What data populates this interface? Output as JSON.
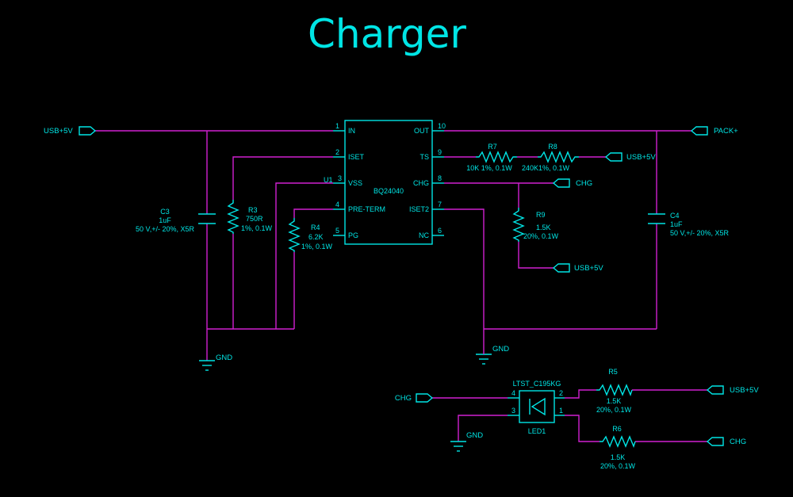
{
  "title": "Charger",
  "net_labels": {
    "usb_in": "USB+5V",
    "pack": "PACK+",
    "ts_usb": "USB+5V",
    "chg_r": "CHG",
    "r9_usb": "USB+5V",
    "gnd_left": "GND",
    "gnd_mid": "GND",
    "led_chg_in": "CHG",
    "led_gnd": "GND",
    "r5_usb": "USB+5V",
    "r6_chg": "CHG"
  },
  "u1": {
    "ref": "U1",
    "part": "BQ24040",
    "pins": [
      {
        "num": "1",
        "name": "IN"
      },
      {
        "num": "2",
        "name": "ISET"
      },
      {
        "num": "3",
        "name": "VSS"
      },
      {
        "num": "4",
        "name": "PRE-TERM"
      },
      {
        "num": "5",
        "name": "PG"
      },
      {
        "num": "10",
        "name": "OUT"
      },
      {
        "num": "9",
        "name": "TS"
      },
      {
        "num": "8",
        "name": "CHG"
      },
      {
        "num": "7",
        "name": "ISET2"
      },
      {
        "num": "6",
        "name": "NC"
      }
    ]
  },
  "components": {
    "c3": {
      "ref": "C3",
      "value": "1uF",
      "spec": "50 V,+/- 20%, X5R"
    },
    "c4": {
      "ref": "C4",
      "value": "1uF",
      "spec": "50 V,+/- 20%, X5R"
    },
    "r3": {
      "ref": "R3",
      "value": "750R",
      "spec": "1%, 0.1W"
    },
    "r4": {
      "ref": "R4",
      "value": "6.2K",
      "spec": "1%, 0.1W"
    },
    "r7": {
      "ref": "R7",
      "value": "10K 1%, 0.1W"
    },
    "r8": {
      "ref": "R8",
      "value": "240K1%, 0.1W"
    },
    "r9": {
      "ref": "R9",
      "value": "1.5K",
      "spec": "20%, 0.1W"
    },
    "r5": {
      "ref": "R5",
      "value": "1.5K",
      "spec": "20%, 0.1W"
    },
    "r6": {
      "ref": "R6",
      "value": "1.5K",
      "spec": "20%, 0.1W"
    }
  },
  "led1": {
    "ref": "LED1",
    "part": "LTST_C195KG",
    "pins": {
      "p4": "4",
      "p3": "3",
      "p2": "2",
      "p1": "1"
    }
  },
  "colors": {
    "symbol": "#00E5E5",
    "wire": "#D020D0",
    "background": "#000000"
  }
}
